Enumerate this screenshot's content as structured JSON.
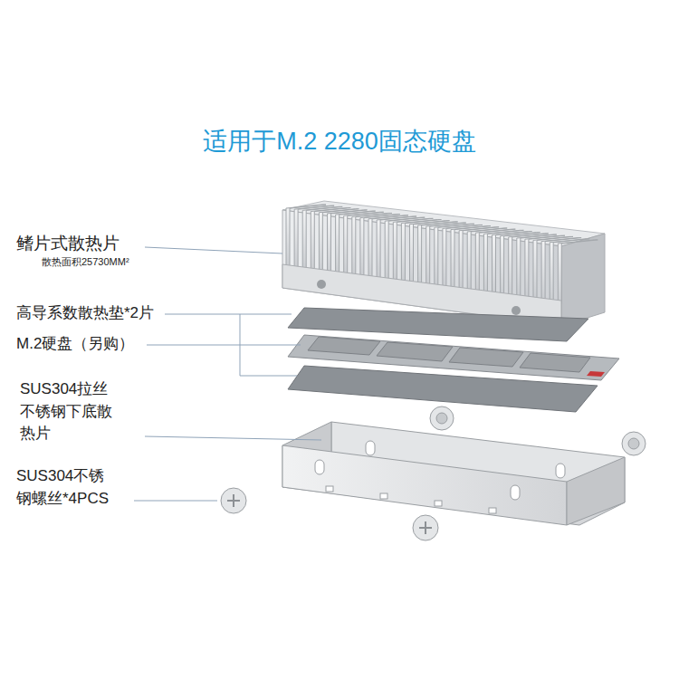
{
  "diagram": {
    "title": "适用于M.2 2280固态硬盘",
    "labels": [
      "鳍片式散热片",
      "散热面积25730MM²",
      "高导系数散热垫*2片",
      "M.2硬盘（另购）",
      "SUS304拉丝 不锈钢下底散 热片",
      "SUS304不锈 钢螺丝*4PCS"
    ]
  }
}
